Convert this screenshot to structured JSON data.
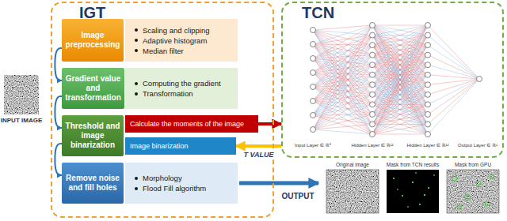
{
  "diagram": {
    "nodes": [
      {
        "text": [
          "IGT"
        ]
      },
      {
        "text": [
          "Image preprocessing"
        ],
        "in": 0
      },
      {
        "text": [
          "Scaling and clipping",
          "Adaptive histogram",
          "Median filter"
        ],
        "in": 0
      },
      {
        "text": [
          "Gradient value and transformation"
        ],
        "in": 0
      },
      {
        "text": [
          "Computing the gradient",
          "Transformation"
        ],
        "in": 0
      },
      {
        "text": [
          "Threshold and image binarization"
        ],
        "in": 0
      },
      {
        "text": [
          "Calculate the moments of the image"
        ],
        "in": 0
      },
      {
        "text": [
          "Image binarization"
        ],
        "in": 0
      },
      {
        "text": [
          "Remove noise and fill holes"
        ],
        "in": 0
      },
      {
        "text": [
          "Morphology",
          "Flood Fill algorithm"
        ],
        "in": 0
      },
      {
        "text": [
          "TCN"
        ]
      }
    ],
    "edges": [
      {
        "from": 1,
        "to": 3,
        "arrow": "to"
      },
      {
        "from": 3,
        "to": 5,
        "arrow": "to"
      },
      {
        "from": 5,
        "to": 8,
        "arrow": "to"
      },
      {
        "from": 6,
        "to": 10,
        "arrow": "to"
      },
      {
        "from": 10,
        "to": 7,
        "label": "T VALUE",
        "arrow": "to"
      }
    ],
    "labels": [
      "INPUT IMAGE",
      "OUTPUT",
      "Input Layer ∈ ℝ⁸",
      "Hidden Layer ∈ ℝ¹²",
      "Hidden Layer ∈ ℝ¹²",
      "Output Layer ∈ ℝ¹",
      "Original image",
      "Mask from TCN results",
      "Mask from GPU"
    ]
  }
}
